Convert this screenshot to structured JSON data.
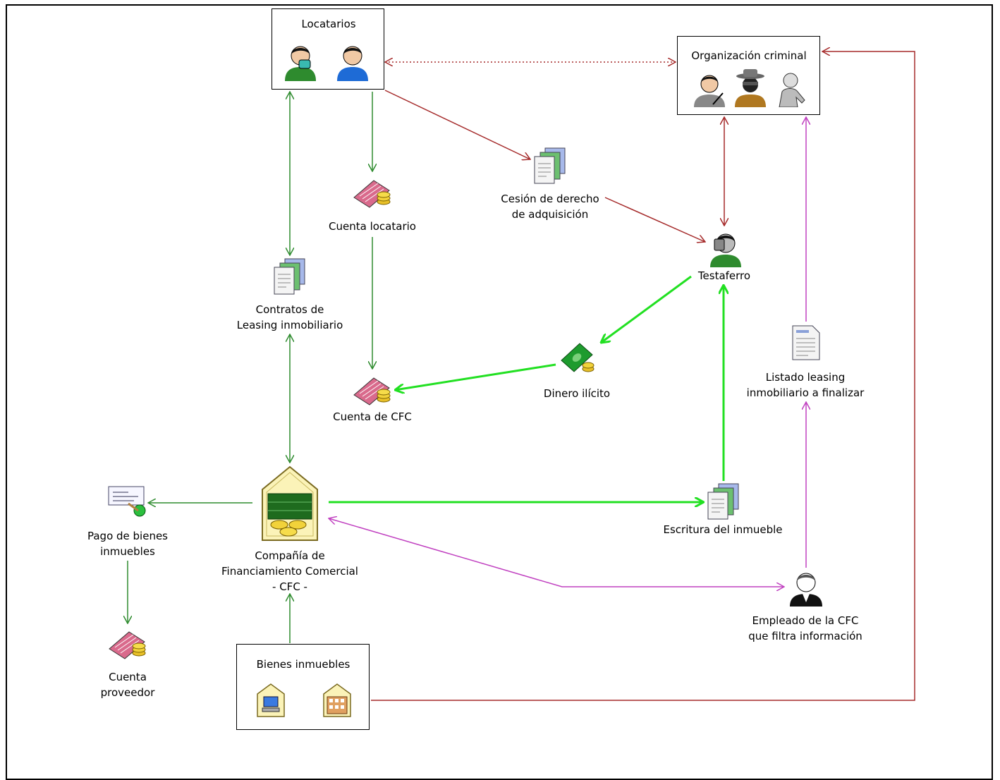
{
  "nodes": {
    "locatarios": "Locatarios",
    "organizacion": "Organización criminal",
    "cesion": [
      "Cesión de derecho",
      "de adquisición"
    ],
    "cuenta_locatario": "Cuenta locatario",
    "testaferro": "Testaferro",
    "contratos": [
      "Contratos de",
      "Leasing inmobiliario"
    ],
    "dinero": "Dinero ilícito",
    "cuenta_cfc": "Cuenta de CFC",
    "listado": [
      "Listado leasing",
      "inmobiliario a finalizar"
    ],
    "pago": [
      "Pago de bienes",
      "inmuebles"
    ],
    "cfc": [
      "Compañía de",
      "Financiamiento Comercial",
      "- CFC -"
    ],
    "escritura": "Escritura del inmueble",
    "empleado": [
      "Empleado de la CFC",
      "que filtra información"
    ],
    "cuenta_proveedor": [
      "Cuenta",
      "proveedor"
    ],
    "bienes": "Bienes inmuebles"
  },
  "colors": {
    "red": "#a52a2a",
    "green_dark": "#2e8b2e",
    "green_bright": "#22e022",
    "magenta": "#c040c0",
    "border": "#000000"
  },
  "icons": [
    "person-phone-icon",
    "person-icon",
    "criminal-person-icon",
    "spy-icon",
    "thief-icon",
    "documents-icon",
    "bank-account-icon",
    "testaferro-icon",
    "money-icon",
    "report-icon",
    "check-icon",
    "bank-building-icon",
    "employee-icon",
    "house-computer-icon",
    "house-building-icon"
  ]
}
